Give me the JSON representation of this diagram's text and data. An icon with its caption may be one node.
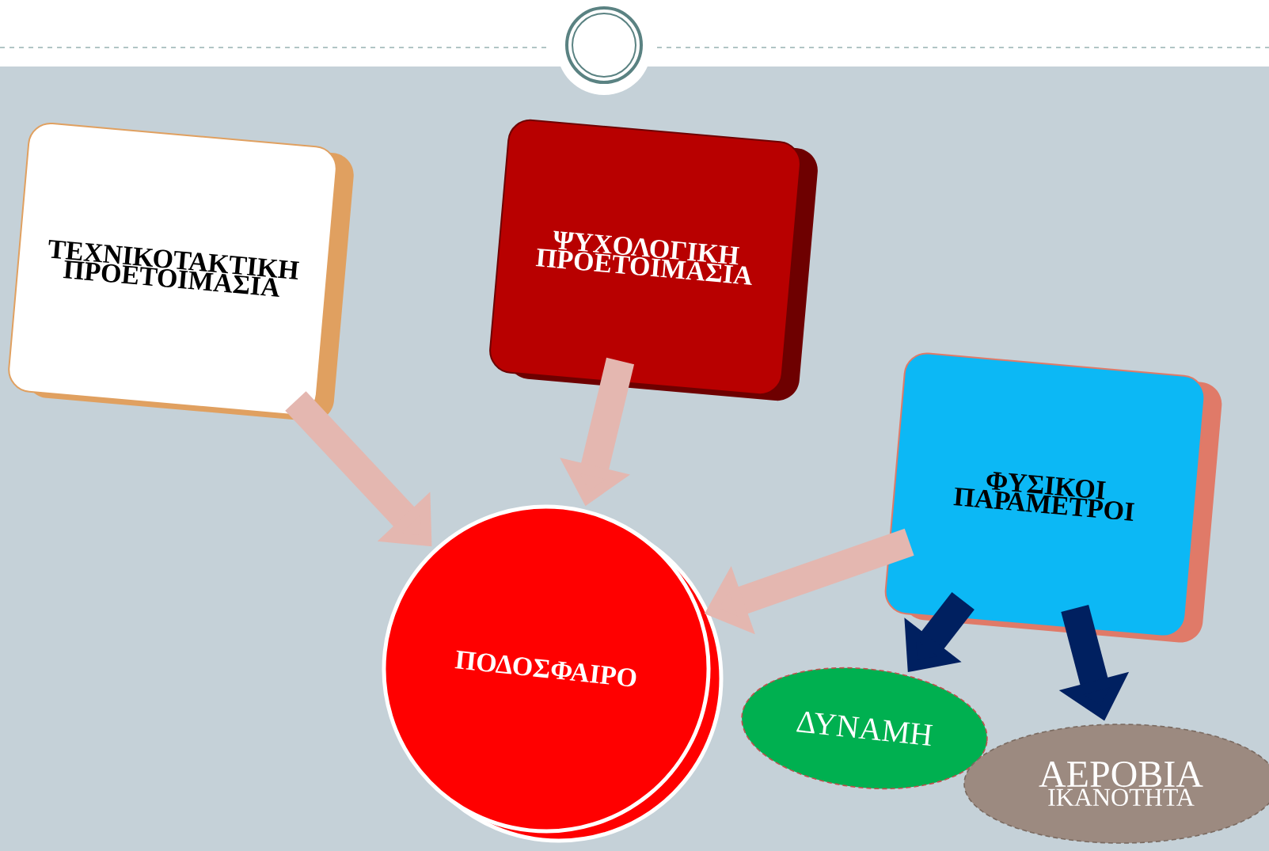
{
  "diagram": {
    "nodes": [
      {
        "text": [
          "ΤΕΧΝΙΚΟΤΑΚΤΙΚΗ ΠΡΟΕΤΟΙΜΑΣΙΑ"
        ]
      },
      {
        "text": [
          "ΨΥΧΟΛΟΓΙΚΗ ΠΡΟΕΤΟΙΜΑΣΙΑ"
        ]
      },
      {
        "text": [
          "ΦΥΣΙΚΟΙ ΠΑΡΑΜΕΤΡΟΙ"
        ]
      },
      {
        "text": [
          "ΠΟΔΟΣΦΑΙΡΟ"
        ]
      },
      {
        "text": [
          "ΔΥΝΑΜΗ"
        ]
      },
      {
        "text": [
          "ΑΕΡΟΒΙΑ",
          "ΙΚΑΝΟΤΗΤΑ"
        ]
      }
    ],
    "edges": [
      {
        "from": 0,
        "to": 3,
        "arrow": "to"
      },
      {
        "from": 1,
        "to": 3,
        "arrow": "to"
      },
      {
        "from": 2,
        "to": 3,
        "arrow": "to"
      },
      {
        "from": 2,
        "to": 4,
        "arrow": "to",
        "color": "#002060"
      },
      {
        "from": 2,
        "to": 5,
        "arrow": "to",
        "color": "#002060"
      }
    ]
  }
}
